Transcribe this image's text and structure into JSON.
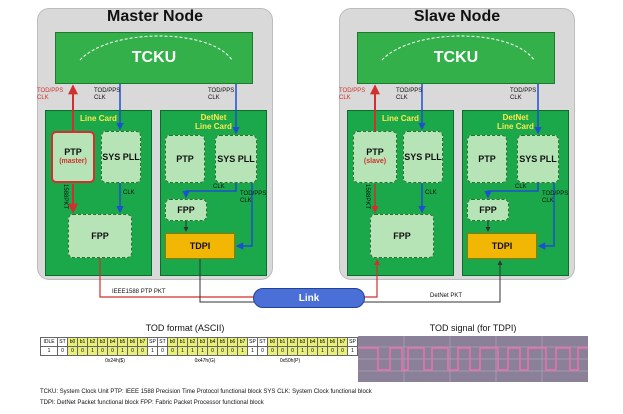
{
  "nodes": {
    "master": {
      "title": "Master Node",
      "tcku": "TCKU",
      "line_card": {
        "title": "Line Card",
        "ptp": "PTP",
        "ptp_role": "(master)",
        "pll": "SYS PLL",
        "fpp": "FPP"
      },
      "detnet_card": {
        "title_1": "DetNet",
        "title_2": "Line Card",
        "ptp": "PTP",
        "pll": "SYS PLL",
        "fpp": "FPP",
        "tdpi": "TDPI"
      },
      "labels": {
        "tod_pps_clk_red": "TOD/PPS\nCLK",
        "tod_pps_clk_1": "TOD/PPS\nCLK",
        "tod_pps_clk_2": "TOD/PPS\nCLK",
        "ieee_pkt_vertical": "1588PKT",
        "clk_1": "CLK",
        "clk_2": "CLK",
        "tod_pps_side": "TOD/PPS\nCLK"
      }
    },
    "slave": {
      "title": "Slave Node",
      "tcku": "TCKU",
      "line_card": {
        "title": "Line Card",
        "ptp": "PTP",
        "ptp_role": "(slave)",
        "pll": "SYS PLL",
        "fpp": "FPP"
      },
      "detnet_card": {
        "title_1": "DetNet",
        "title_2": "Line Card",
        "ptp": "PTP",
        "pll": "SYS PLL",
        "fpp": "FPP",
        "tdpi": "TDPI"
      },
      "labels": {
        "tod_pps_clk_red": "TOD/PPS\nCLK",
        "tod_pps_clk_1": "TOD/PPS\nCLK",
        "tod_pps_clk_2": "TOD/PPS\nCLK",
        "ieee_pkt_vertical": "1588PKT",
        "clk_1": "CLK",
        "clk_2": "CLK",
        "tod_pps_side": "TOD/PPS\nCLK"
      }
    }
  },
  "link": {
    "label": "Link",
    "left_pkt": "IEEE1588 PTP PKT",
    "right_pkt": "DetNet PKT"
  },
  "tod_format": {
    "title": "TOD format (ASCII)",
    "header": [
      "IDLE",
      "ST",
      "b0",
      "b1",
      "b2",
      "b3",
      "b4",
      "b5",
      "b6",
      "b7",
      "SP",
      "ST",
      "b0",
      "b1",
      "b2",
      "b3",
      "b4",
      "b5",
      "b6",
      "b7",
      "SP",
      "ST",
      "b0",
      "b1",
      "b2",
      "b3",
      "b4",
      "b5",
      "b6",
      "b7",
      "SP"
    ],
    "bits": [
      "1",
      "0",
      "0",
      "0",
      "1",
      "0",
      "0",
      "1",
      "0",
      "0",
      "1",
      "0",
      "0",
      "1",
      "1",
      "1",
      "0",
      "0",
      "0",
      "1",
      "1",
      "0",
      "0",
      "0",
      "0",
      "1",
      "0",
      "1",
      "0",
      "0",
      "1"
    ],
    "groups": [
      "0x24h($)",
      "0x47h(G)",
      "0x50h(P)"
    ]
  },
  "tod_signal": {
    "title": "TOD signal (for TDPI)"
  },
  "legend": {
    "line1": "TCKU: System Clock Unit     PTP: IEEE 1588 Precision Time Protocol functional block     SYS CLK: System Clock functional block",
    "line2": "TDPI: DetNet Packet functional block FPP: Fabric Packet Processor functional block"
  },
  "colors": {
    "node_bg": "#d9d9d9",
    "tcku": "#33b04a",
    "card": "#1aa84a",
    "block": "#b7e4b7",
    "tdpi": "#f2b705",
    "link": "#4a6fd6",
    "red_arrow": "#d32f2f",
    "blue_arrow": "#1f4fd1"
  }
}
